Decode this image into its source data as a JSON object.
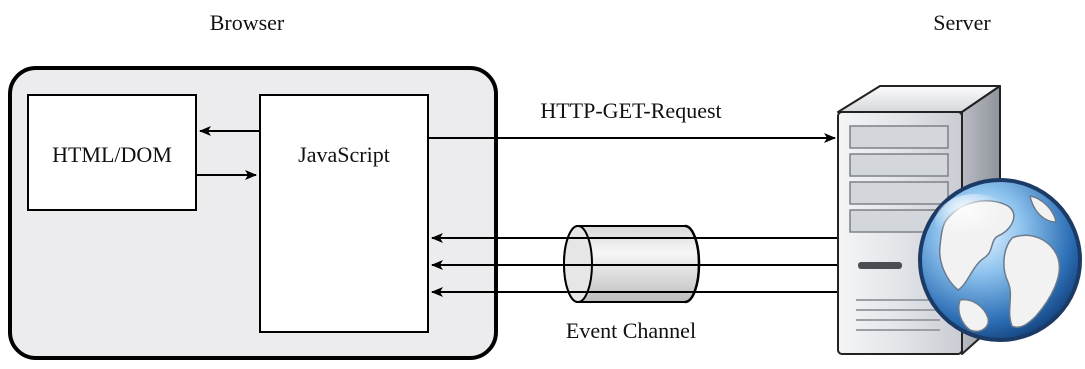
{
  "browser": {
    "title": "Browser",
    "html_dom_label": "HTML/DOM",
    "javascript_label": "JavaScript"
  },
  "server": {
    "title": "Server"
  },
  "connections": {
    "request_label": "HTTP-GET-Request",
    "event_channel_label": "Event Channel",
    "event_stream_count": 3
  }
}
